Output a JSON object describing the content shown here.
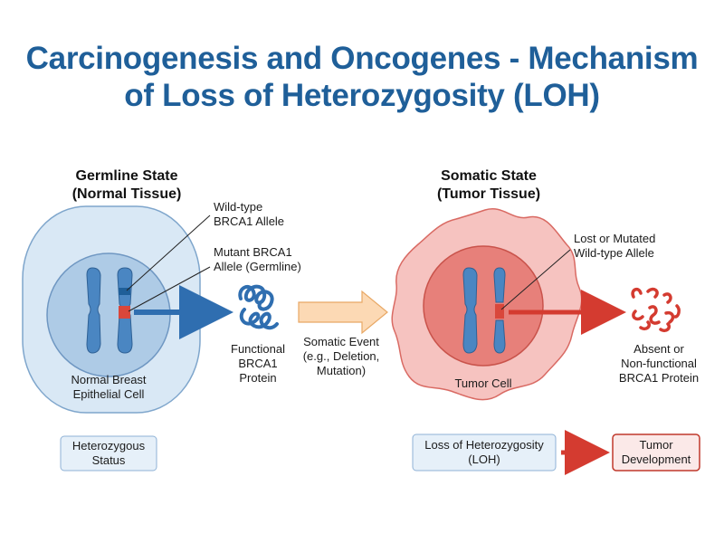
{
  "title": {
    "line1": "Carcinogenesis and Oncogenes - Mechanism",
    "line2": "of Loss of Heterozygosity (LOH)"
  },
  "germline": {
    "header_line1": "Germline State",
    "header_line2": "(Normal Tissue)",
    "wildtype_label_line1": "Wild-type",
    "wildtype_label_line2": "BRCA1 Allele",
    "mutant_label_line1": "Mutant BRCA1",
    "mutant_label_line2": "Allele (Germline)",
    "cell_label_line1": "Normal Breast",
    "cell_label_line2": "Epithelial Cell",
    "protein_label_line1": "Functional",
    "protein_label_line2": "BRCA1",
    "protein_label_line3": "Protein",
    "status_line1": "Heterozygous",
    "status_line2": "Status"
  },
  "transition": {
    "line1": "Somatic Event",
    "line2": "(e.g., Deletion,",
    "line3": "Mutation)"
  },
  "somatic": {
    "header_line1": "Somatic State",
    "header_line2": "(Tumor Tissue)",
    "lost_label_line1": "Lost or Mutated",
    "lost_label_line2": "Wild-type Allele",
    "cell_label": "Tumor Cell",
    "protein_label_line1": "Absent or",
    "protein_label_line2": "Non-functional",
    "protein_label_line3": "BRCA1 Protein",
    "loh_line1": "Loss of Heterozygosity",
    "loh_line2": "(LOH)",
    "tumor_line1": "Tumor",
    "tumor_line2": "Development"
  },
  "colors": {
    "title": "#1f5f99",
    "normal_cell_outer": "#d9e8f5",
    "normal_cell_nucleus": "#aecbe6",
    "chromosome_blue": "#4a86c2",
    "allele_red": "#d9473b",
    "tumor_cell_outer": "#f6c3c0",
    "tumor_cell_nucleus": "#e7807a",
    "arrow_orange": "#fcd9b4",
    "box_blue_fill": "#e6f0f9",
    "box_red_fill": "#fbe9e8"
  }
}
